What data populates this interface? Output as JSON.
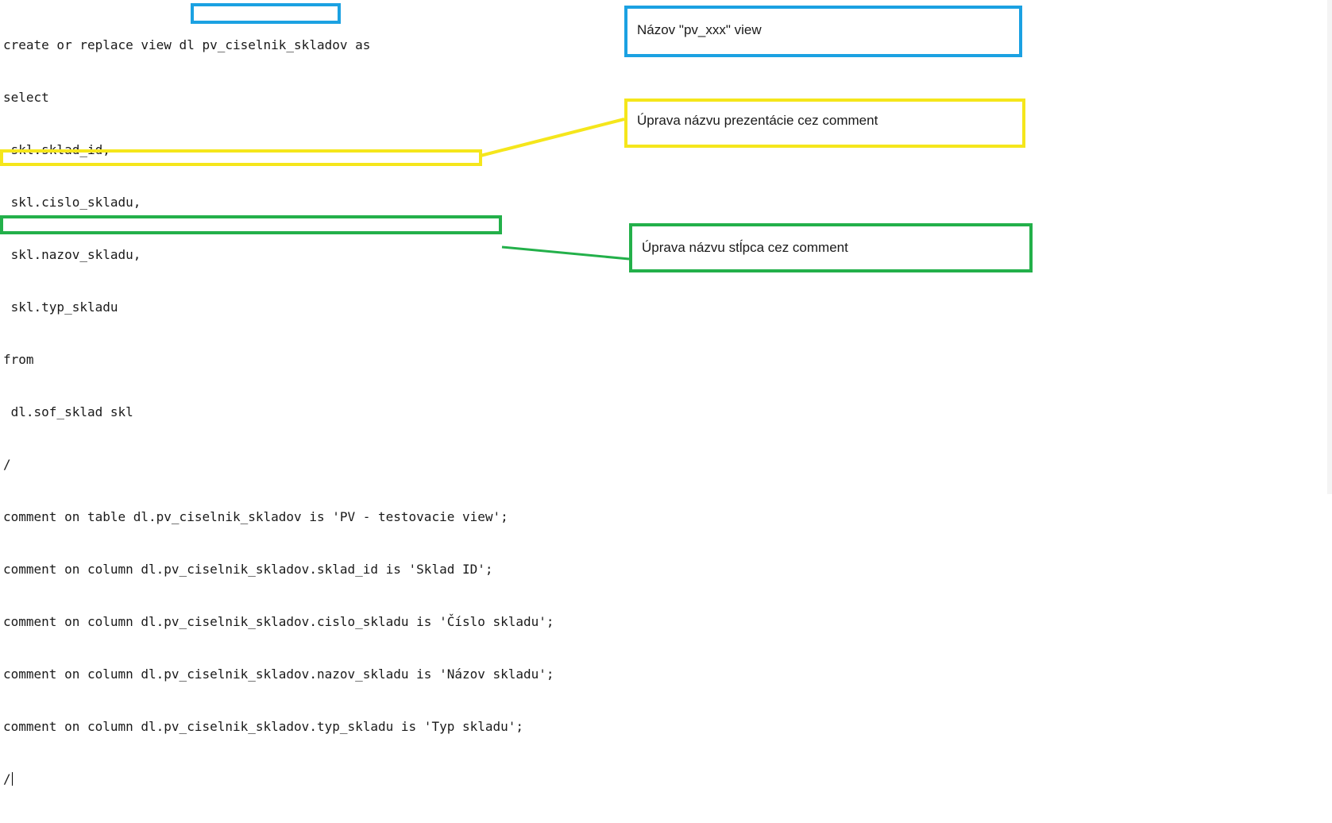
{
  "editor": {
    "lines": [
      "create or replace view dl pv_ciselnik_skladov as",
      "select",
      " skl.sklad_id,",
      " skl.cislo_skladu,",
      " skl.nazov_skladu,",
      " skl.typ_skladu",
      "from",
      " dl.sof_sklad skl",
      "/",
      "comment on table dl.pv_ciselnik_skladov is 'PV - testovacie view';",
      "comment on column dl.pv_ciselnik_skladov.sklad_id is 'Sklad ID';",
      "comment on column dl.pv_ciselnik_skladov.cislo_skladu is 'Číslo skladu';",
      "comment on column dl.pv_ciselnik_skladov.nazov_skladu is 'Názov skladu';",
      "comment on column dl.pv_ciselnik_skladov.typ_skladu is 'Typ skladu';",
      "/"
    ]
  },
  "annotations": {
    "view_name": {
      "text": "Názov \"pv_xxx\" view",
      "color": "#1ba1e2"
    },
    "table_comment": {
      "text": "Úprava názvu prezentácie cez comment",
      "color": "#f5e61b"
    },
    "column_comment": {
      "text": "Úprava názvu stĺpca cez comment",
      "color": "#23b04a"
    }
  }
}
